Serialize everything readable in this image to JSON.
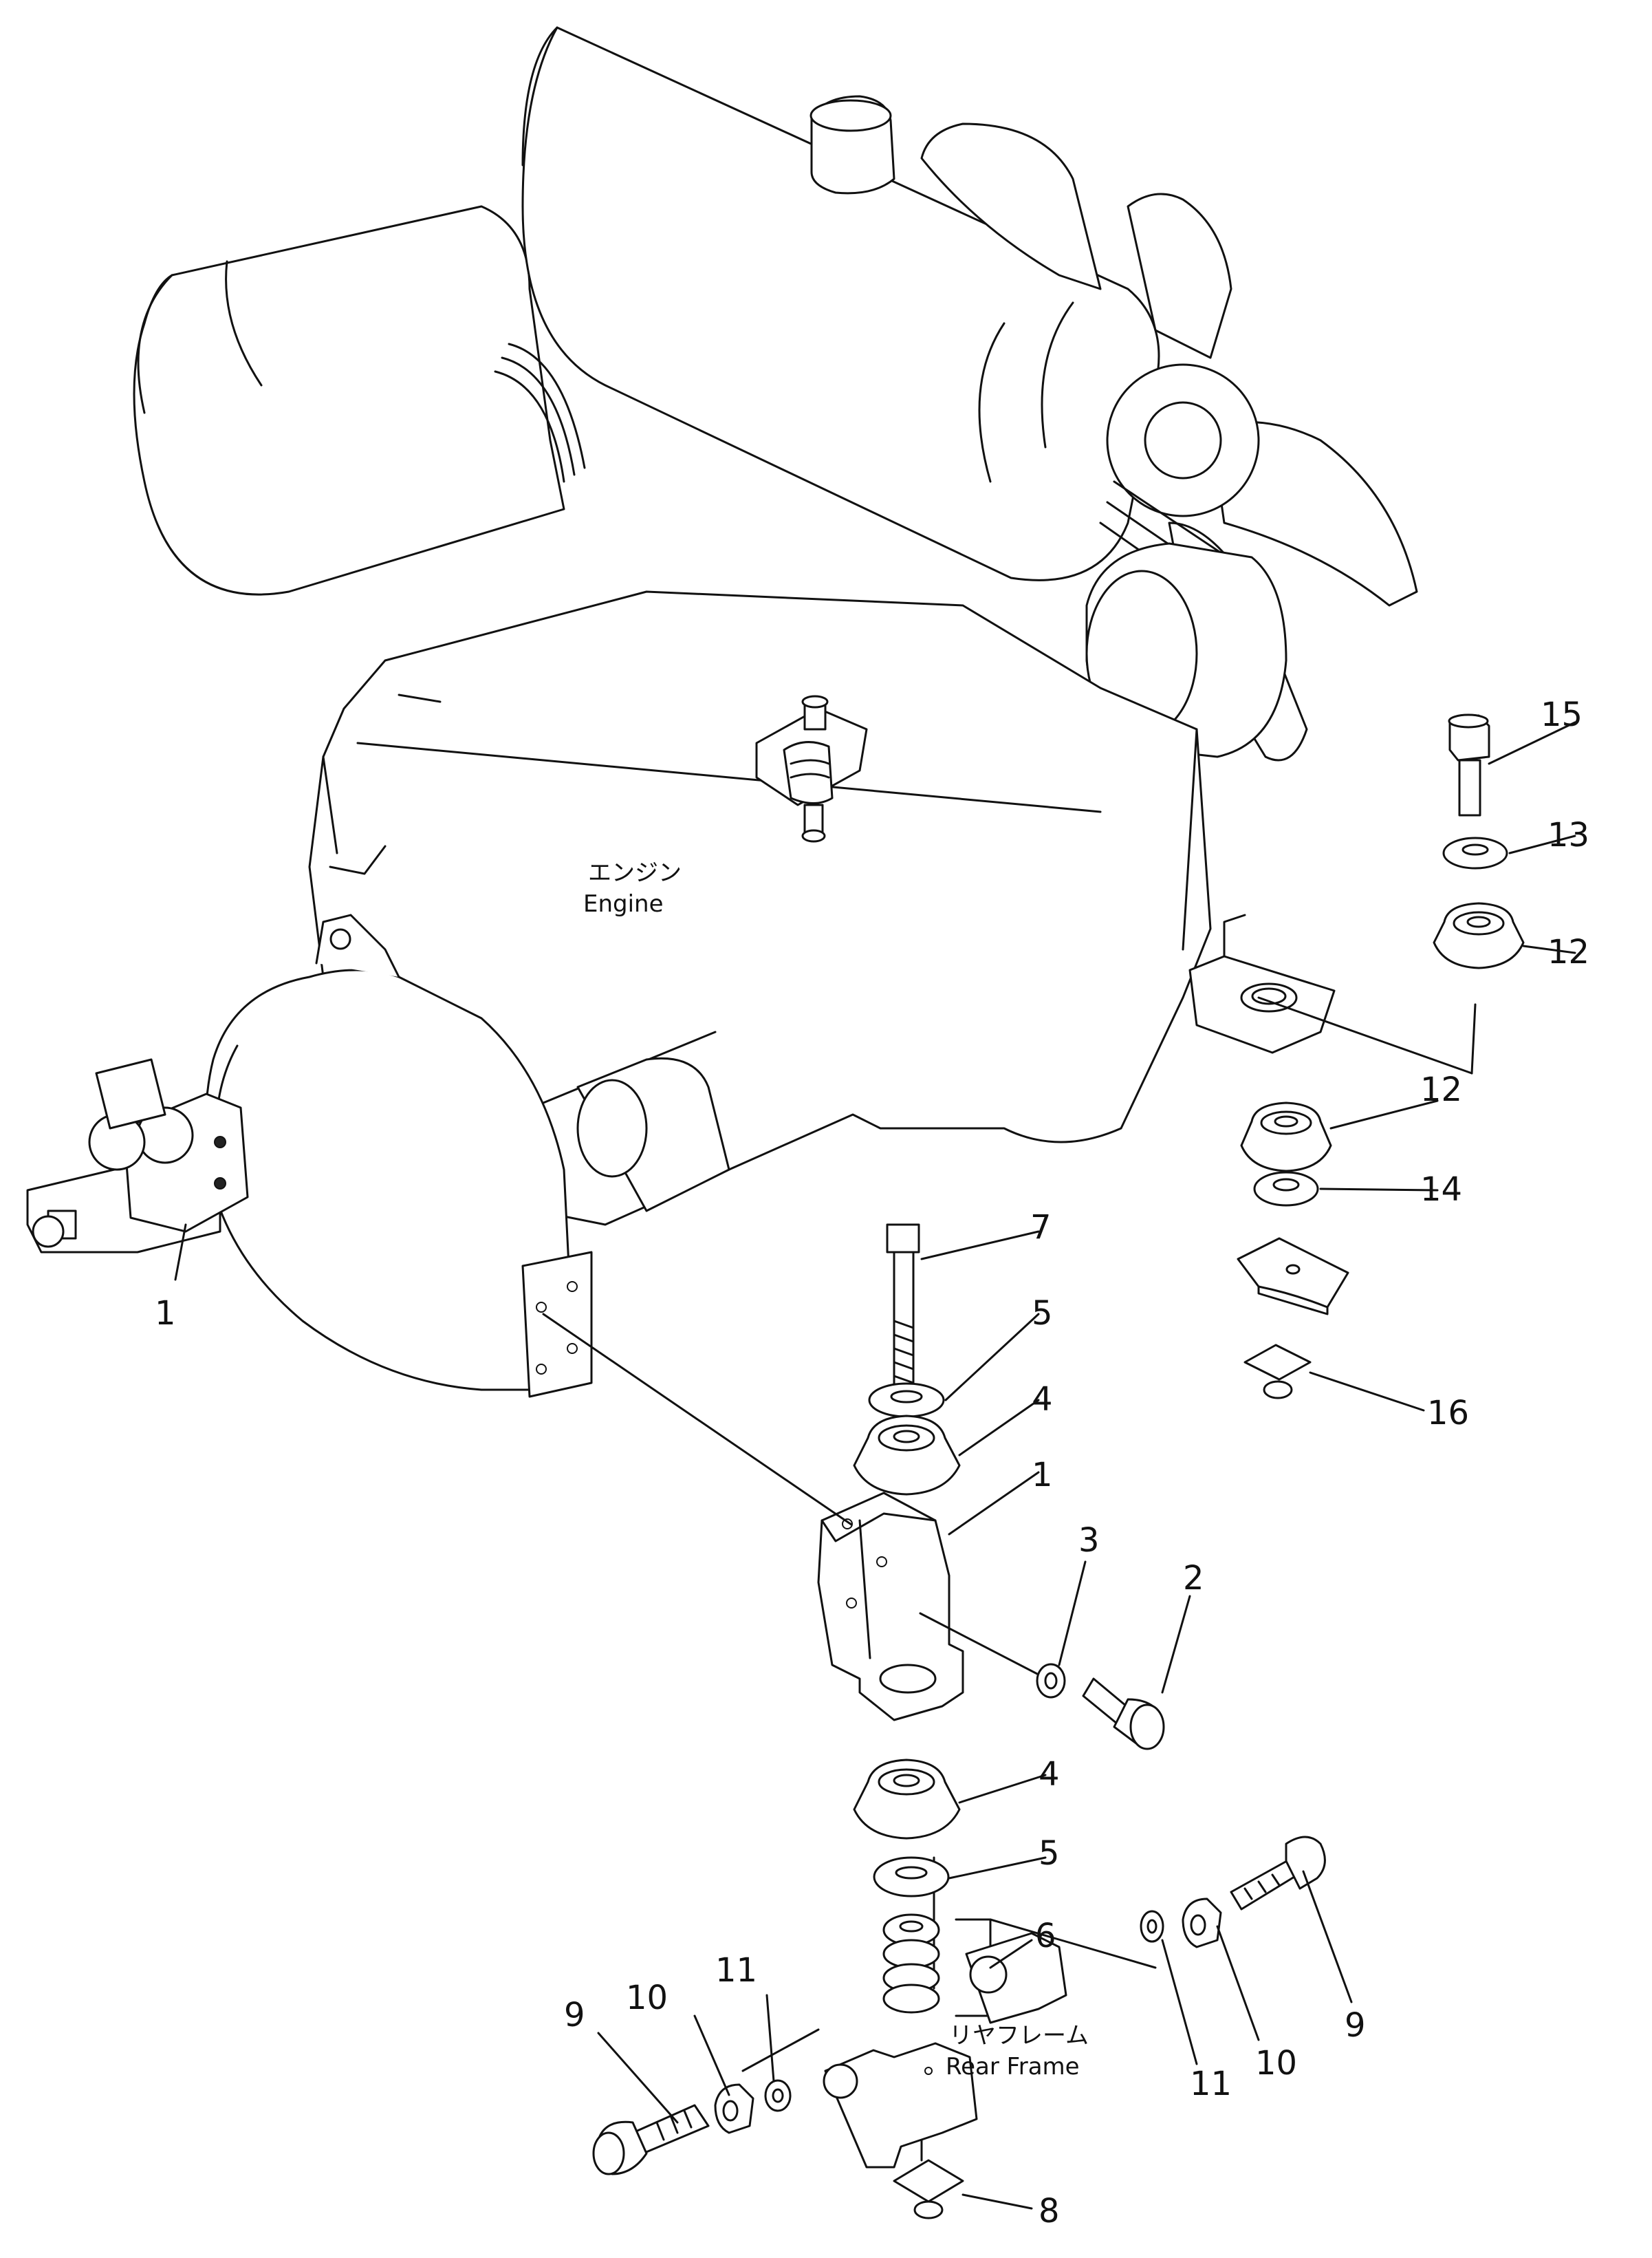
{
  "labels": {
    "engine_jp": "エンジン",
    "engine_en": "Engine",
    "rear_frame_jp": "リヤフレーム",
    "rear_frame_en": "Rear Frame"
  },
  "callouts": {
    "c1_left": "1",
    "c1_center": "1",
    "c2": "2",
    "c3": "3",
    "c4_upper": "4",
    "c4_lower": "4",
    "c5_upper": "5",
    "c5_lower": "5",
    "c6": "6",
    "c7": "7",
    "c8": "8",
    "c9_left": "9",
    "c9_right": "9",
    "c10_left": "10",
    "c10_right": "10",
    "c11_left": "11",
    "c11_right": "11",
    "c12_upper": "12",
    "c12_lower": "12",
    "c13": "13",
    "c14": "14",
    "c15": "15",
    "c16": "16"
  }
}
